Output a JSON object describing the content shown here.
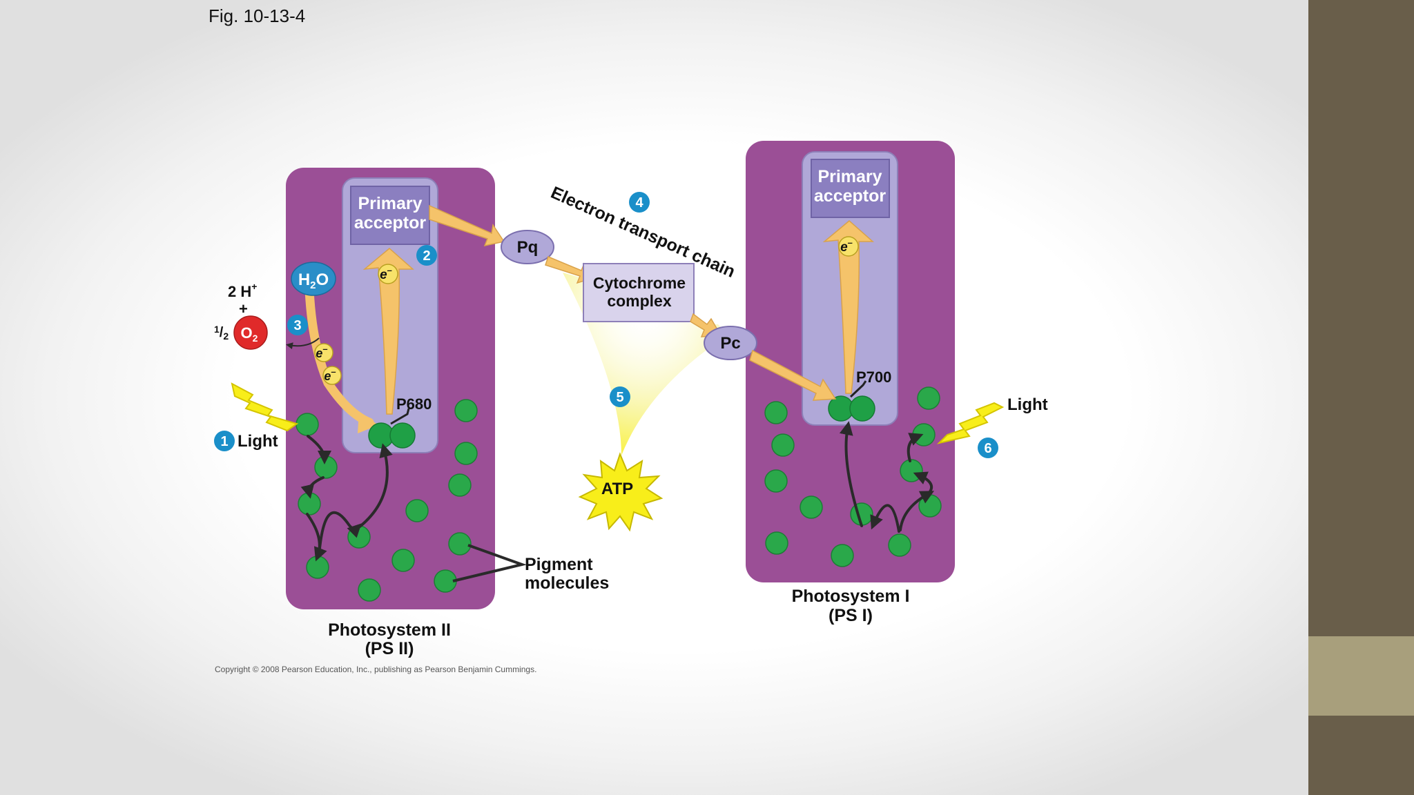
{
  "figure_label": "Fig. 10-13-4",
  "copyright": "Copyright © 2008 Pearson Education, Inc., publishing as Pearson Benjamin Cummings.",
  "ps2": {
    "acceptor_line1": "Primary",
    "acceptor_line2": "acceptor",
    "reaction_center": "P680",
    "name_line1": "Photosystem II",
    "name_line2": "(PS II)"
  },
  "ps1": {
    "acceptor_line1": "Primary",
    "acceptor_line2": "acceptor",
    "reaction_center": "P700",
    "name_line1": "Photosystem I",
    "name_line2": "(PS I)"
  },
  "water": {
    "h": "H",
    "sub": "2",
    "o": "O"
  },
  "protons": {
    "text": "2 H",
    "sup": "+",
    "plus": "+"
  },
  "oxygen": {
    "half_num": "1",
    "half_den": "2",
    "o": "O",
    "sub": "2"
  },
  "electron": {
    "symbol": "e",
    "sup": "–"
  },
  "pq": "Pq",
  "pc": "Pc",
  "cytochrome_line1": "Cytochrome",
  "cytochrome_line2": "complex",
  "etc_label": "Electron transport chain",
  "atp": "ATP",
  "light_left": "Light",
  "light_right": "Light",
  "pigment_line1": "Pigment",
  "pigment_line2": "molecules",
  "steps": [
    "1",
    "2",
    "3",
    "4",
    "5",
    "6"
  ],
  "colors": {
    "photosystem": "#9b4f96",
    "inner": "#b0a8d8",
    "acceptor_box": "#8b7fc0",
    "pigment": "#2aa84a",
    "step_badge": "#1a8fc9",
    "arrow_orange": "#f5c36a",
    "oxygen": "#e02a2a",
    "atp": "#f8ee1a"
  }
}
